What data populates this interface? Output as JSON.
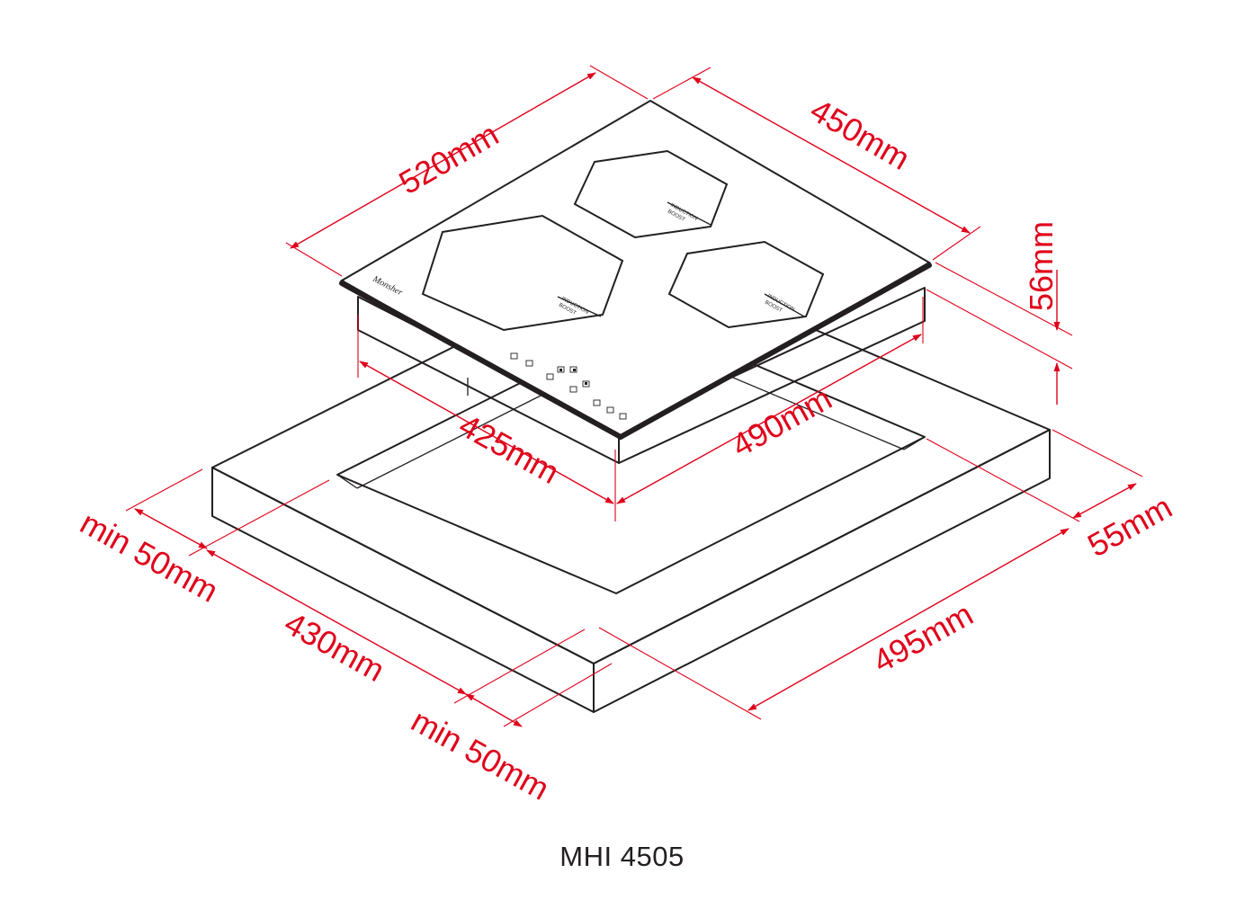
{
  "model": "MHI 4505",
  "brand": "Monsher",
  "zone_label_1": "INDUCTION",
  "zone_label_2": "BOOST",
  "dimensions": {
    "hob_width": "520mm",
    "hob_depth": "450mm",
    "hob_height": "56mm",
    "cutout_width": "490mm",
    "cutout_depth": "425mm",
    "countertop_width": "495mm",
    "countertop_depth": "430mm",
    "clearance_rear": "55mm",
    "clearance_left": "min 50mm",
    "clearance_front": "min 50mm"
  },
  "colors": {
    "dimension": "#e0001a",
    "outline": "#231f20"
  }
}
